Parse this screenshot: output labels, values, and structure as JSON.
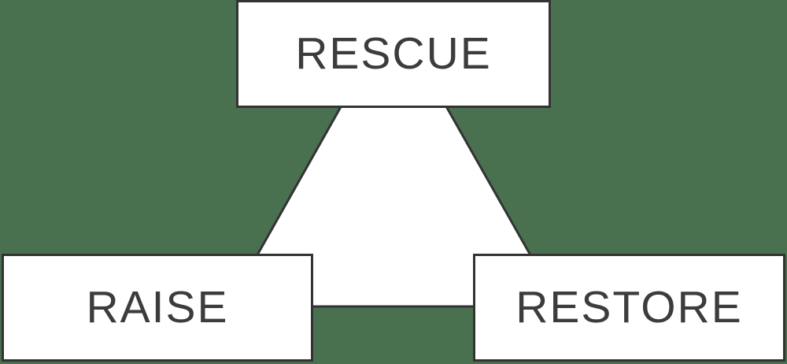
{
  "diagram": {
    "connector": {
      "shape": "triangle"
    },
    "nodes": [
      {
        "id": "rescue",
        "label": "RESCUE",
        "position": "top"
      },
      {
        "id": "raise",
        "label": "RAISE",
        "position": "bottom-left"
      },
      {
        "id": "restore",
        "label": "RESTORE",
        "position": "bottom-right"
      }
    ]
  },
  "colors": {
    "background": "#497150",
    "box_fill": "#ffffff",
    "box_border": "#333333",
    "text": "#3c3c3e"
  }
}
